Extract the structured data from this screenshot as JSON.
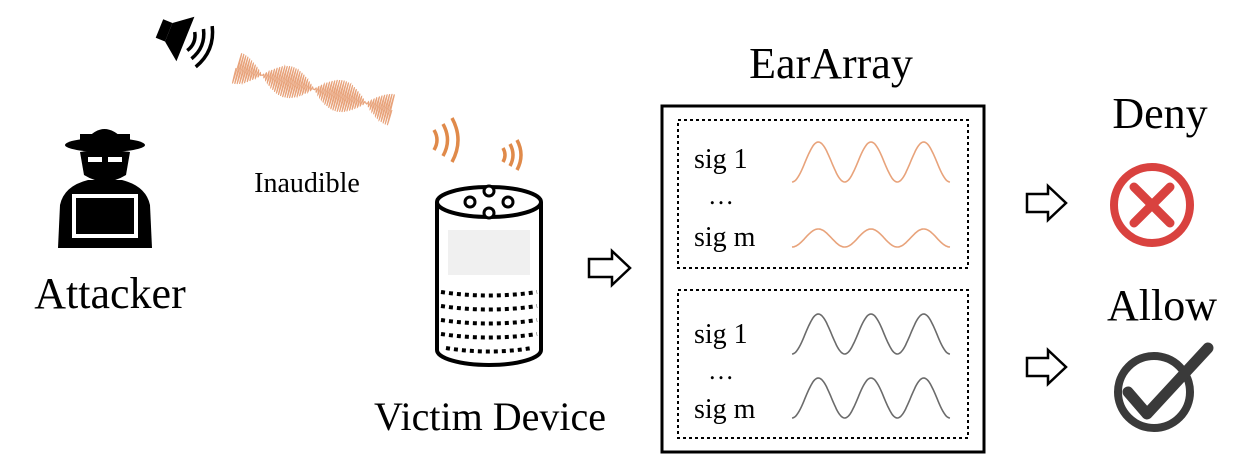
{
  "attacker": {
    "label": "Attacker"
  },
  "signal": {
    "label": "Inaudible",
    "color": "#e8a37b"
  },
  "victim": {
    "label": "Victim Device"
  },
  "earray": {
    "title": "EarArray",
    "top_group": {
      "sig1": "sig 1",
      "dots": "…",
      "sigm": "sig m",
      "wave_color": "#e8a37b"
    },
    "bottom_group": {
      "sig1": "sig 1",
      "dots": "…",
      "sigm": "sig m",
      "wave_color": "#6b6b6b"
    }
  },
  "outcomes": {
    "deny": {
      "label": "Deny",
      "color": "#d9423f"
    },
    "allow": {
      "label": "Allow",
      "color": "#3a3a3a"
    }
  },
  "colors": {
    "accent_orange": "#e08a4a"
  }
}
